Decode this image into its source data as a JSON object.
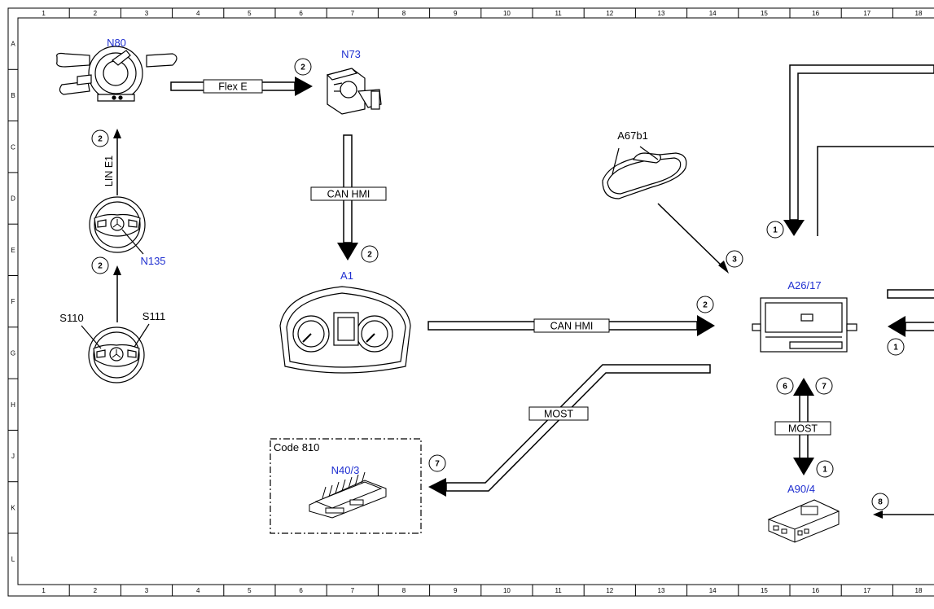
{
  "diagram": {
    "grid": {
      "columns": [
        "1",
        "2",
        "3",
        "4",
        "5",
        "6",
        "7",
        "8",
        "9",
        "10",
        "11",
        "12",
        "13",
        "14",
        "15",
        "16",
        "17",
        "18"
      ],
      "rows": [
        "A",
        "B",
        "C",
        "D",
        "E",
        "F",
        "G",
        "H",
        "J",
        "K",
        "L"
      ]
    },
    "components": {
      "n80": "N80",
      "n73": "N73",
      "a67b1": "A67b1",
      "a1": "A1",
      "a26_17": "A26/17",
      "n135": "N135",
      "s110": "S110",
      "s111": "S111",
      "n40_3": "N40/3",
      "a90_4": "A90/4"
    },
    "option_box": {
      "code": "Code 810"
    },
    "buses": {
      "flex_e": "Flex E",
      "can_hmi_vertical": "CAN HMI",
      "can_hmi_horizontal": "CAN HMI",
      "lin_e1": "LIN E1",
      "most_diagonal": "MOST",
      "most_vertical": "MOST"
    },
    "steps": {
      "s_n73": "2",
      "s_a1": "2",
      "s_lin": "2",
      "s_sw": "2",
      "s_a26": "2",
      "s_a67": "3",
      "s_top": "1",
      "s_right": "1",
      "s_6": "6",
      "s_7": "7",
      "s_a90": "1",
      "s_n40": "7",
      "s_8": "8"
    },
    "colors": {
      "component_label": "#1f2fd0",
      "line": "#000000",
      "background": "#ffffff"
    }
  }
}
